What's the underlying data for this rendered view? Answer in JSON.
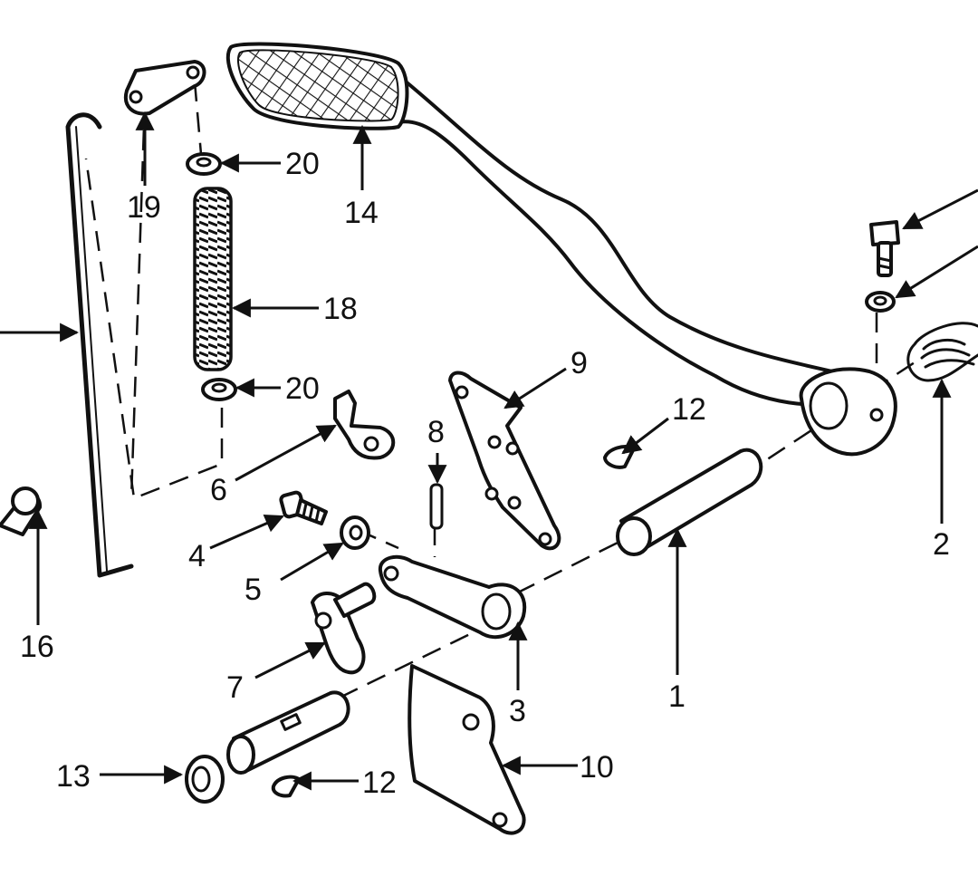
{
  "callouts": {
    "c1": "1",
    "c2": "2",
    "c3": "3",
    "c4": "4",
    "c5": "5",
    "c6": "6",
    "c7": "7",
    "c8": "8",
    "c9": "9",
    "c10": "10",
    "c12a": "12",
    "c12b": "12",
    "c13": "13",
    "c14": "14",
    "c16": "16",
    "c18": "18",
    "c19": "19",
    "c20a": "20",
    "c20b": "20"
  },
  "colors": {
    "ink": "#111111",
    "paper": "#ffffff"
  }
}
